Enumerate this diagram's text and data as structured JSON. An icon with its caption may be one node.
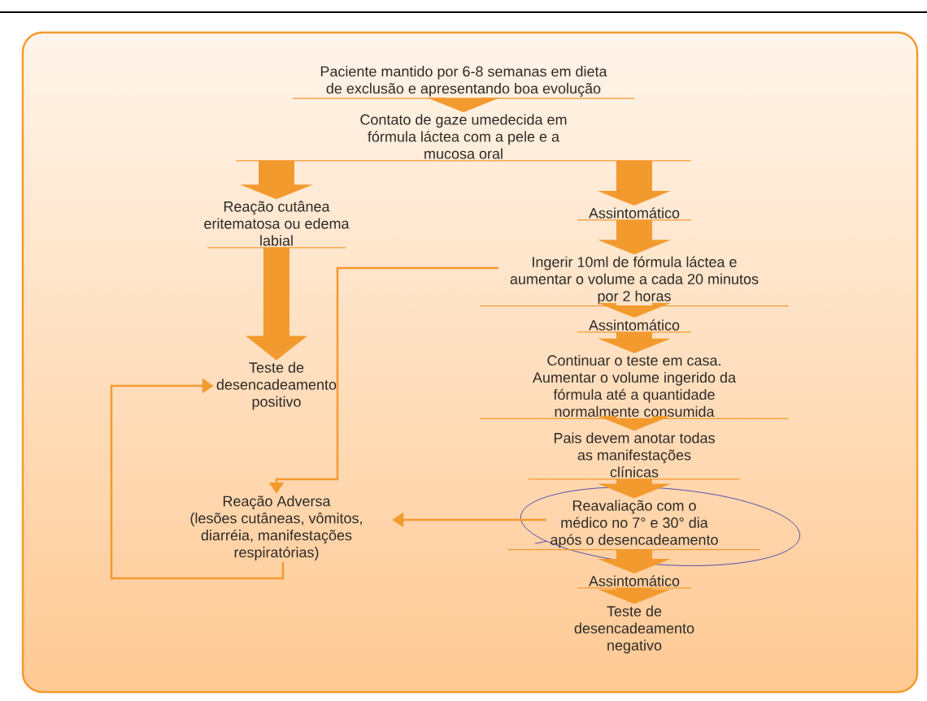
{
  "diagram": {
    "nodes": [
      {
        "text": [
          "Paciente mantido por 6-8 semanas em dieta de exclusão e apresentando boa evolução"
        ]
      },
      {
        "text": [
          "Contato de gaze umedecida em fórmula láctea com a pele e a mucosa oral"
        ]
      },
      {
        "text": [
          "Reação cutânea eritematosa ou edema labial"
        ]
      },
      {
        "text": [
          "Assintomático"
        ]
      },
      {
        "text": [
          "Ingerir 10ml de fórmula láctea e aumentar o volume a cada 20 minutos por 2 horas"
        ]
      },
      {
        "text": [
          "Assintomático"
        ]
      },
      {
        "text": [
          "Continuar o teste em casa. Aumentar o volume ingerido da fórmula até a quantidade normalmente consumida"
        ]
      },
      {
        "text": [
          "Pais devem anotar todas as manifestações clínicas"
        ]
      },
      {
        "text": [
          "Reavaliação com o médico no 7° e 30° dia após o desencadeamento"
        ]
      },
      {
        "text": [
          "Assintomático"
        ]
      },
      {
        "text": [
          "Teste de desencadeamento negativo"
        ]
      },
      {
        "text": [
          "Teste de desencadeamento positivo"
        ]
      },
      {
        "text": [
          "Reação Adversa",
          "(lesões cutâneas, vômitos, diarréia, manifestações respiratórias)"
        ]
      }
    ],
    "edges": [
      {
        "from": 0,
        "to": 1,
        "arrow": "to",
        "style": "thick"
      },
      {
        "from": 1,
        "to": 2,
        "arrow": "to",
        "style": "thick"
      },
      {
        "from": 1,
        "to": 3,
        "arrow": "to",
        "style": "thick"
      },
      {
        "from": 2,
        "to": 11,
        "arrow": "to",
        "style": "thick"
      },
      {
        "from": 3,
        "to": 4,
        "arrow": "to",
        "style": "thick"
      },
      {
        "from": 4,
        "to": 5,
        "arrow": "to",
        "style": "thick"
      },
      {
        "from": 5,
        "to": 6,
        "arrow": "to",
        "style": "thick"
      },
      {
        "from": 6,
        "to": 7,
        "arrow": "to",
        "style": "thick"
      },
      {
        "from": 7,
        "to": 8,
        "arrow": "to",
        "style": "thick"
      },
      {
        "from": 8,
        "to": 9,
        "arrow": "to",
        "style": "thick"
      },
      {
        "from": 9,
        "to": 10,
        "arrow": "to",
        "style": "thick"
      },
      {
        "from": 4,
        "to": 12,
        "arrow": "to"
      },
      {
        "from": 8,
        "to": 12,
        "arrow": "to"
      },
      {
        "from": 12,
        "to": 11,
        "arrow": "to"
      }
    ]
  }
}
